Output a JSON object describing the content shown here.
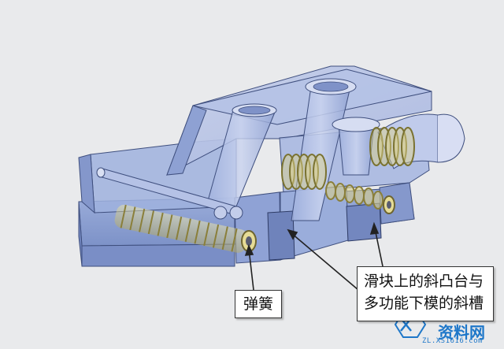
{
  "labels": {
    "spring": "弹簧",
    "groove_line1": "滑块上的斜凸台与",
    "groove_line2": "多功能下模的斜槽"
  },
  "watermark": {
    "text": "资料网",
    "url": "ZL.XS1616.com"
  },
  "colors": {
    "background": "#e9eaec",
    "body": "#8fa3d6",
    "body_edge": "#3f4f7e",
    "spring": "#d9cf8a",
    "watermark": "#1e77c9"
  }
}
